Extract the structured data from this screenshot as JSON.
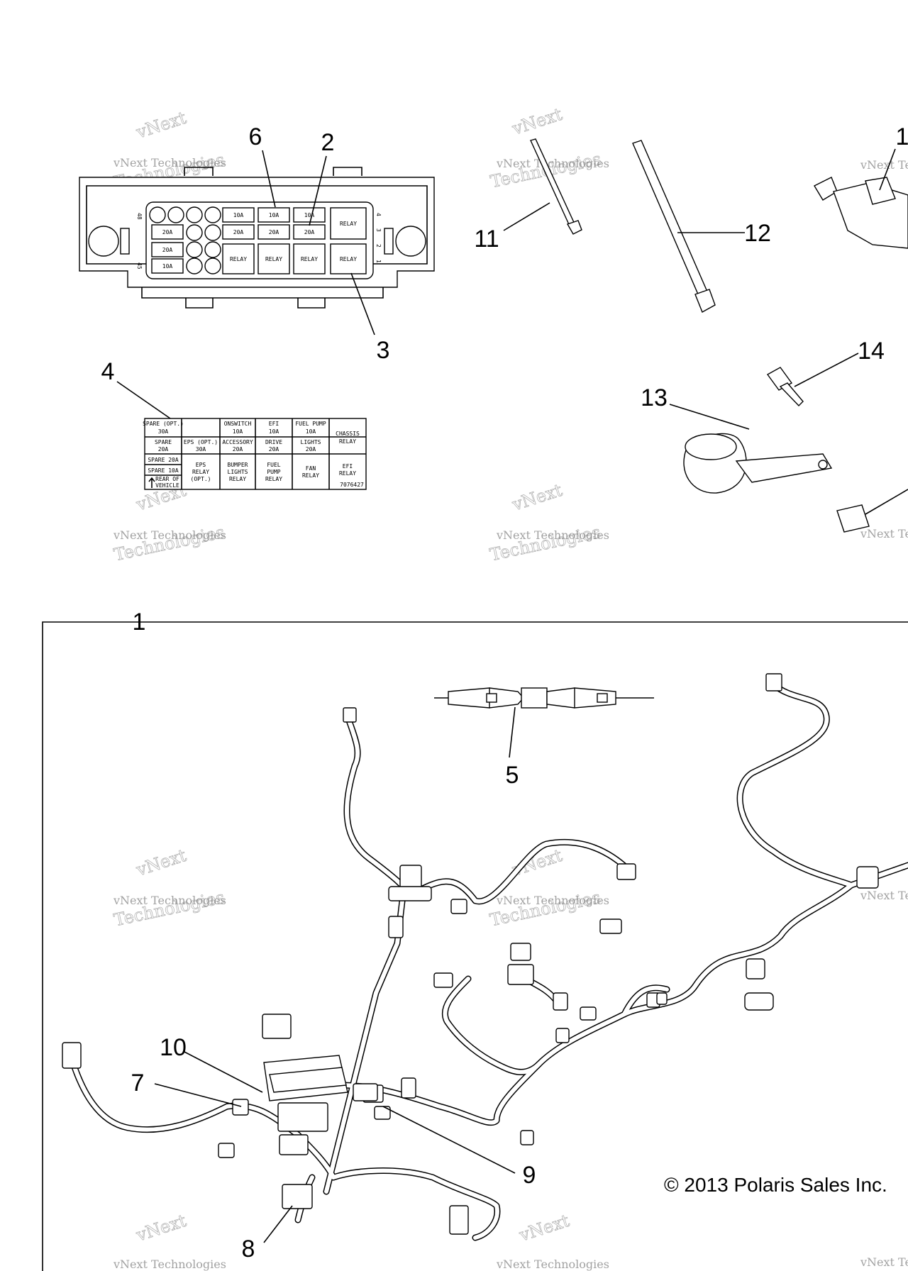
{
  "callouts": {
    "c1": "1",
    "c2": "2",
    "c3": "3",
    "c4": "4",
    "c5": "5",
    "c6": "6",
    "c7": "7",
    "c8": "8",
    "c9": "9",
    "c10": "10",
    "c11": "11",
    "c12": "12",
    "c13": "13",
    "c14": "14",
    "c1_right": "1"
  },
  "fuse_block": {
    "side_left_top": "48",
    "side_left_bottom": "45",
    "side_right": [
      "4",
      "3",
      "2",
      "1"
    ],
    "row1": [
      "10A",
      "10A",
      "10A",
      "RELAY"
    ],
    "row2": [
      "20A",
      "20A",
      "20A",
      "20A"
    ],
    "row3": [
      "20A"
    ],
    "row4": [
      "10A",
      "RELAY",
      "RELAY",
      "RELAY",
      "RELAY"
    ]
  },
  "label_table": {
    "r1": [
      "SPARE (OPT.)",
      "30A",
      "",
      "ONSWITCH",
      "10A",
      "EFI",
      "10A",
      "FUEL PUMP",
      "10A",
      "CHASSIS",
      "RELAY"
    ],
    "r2": [
      "SPARE",
      "20A",
      "EPS (OPT.)",
      "30A",
      "ACCESSORY",
      "20A",
      "DRIVE",
      "20A",
      "LIGHTS",
      "20A"
    ],
    "r3": [
      "SPARE 20A",
      "SPARE 10A",
      "REAR OF",
      "VEHICLE",
      "EPS",
      "RELAY",
      "(OPT.)",
      "BUMPER",
      "LIGHTS",
      "RELAY",
      "FUEL",
      "PUMP",
      "RELAY",
      "FAN",
      "RELAY",
      "EFI",
      "RELAY"
    ],
    "part_no": "7076427"
  },
  "watermark": {
    "line1": "vNext Technologies",
    "line2": "Technologies",
    "line3": "vNext"
  },
  "copyright": "© 2013 Polaris Sales Inc."
}
